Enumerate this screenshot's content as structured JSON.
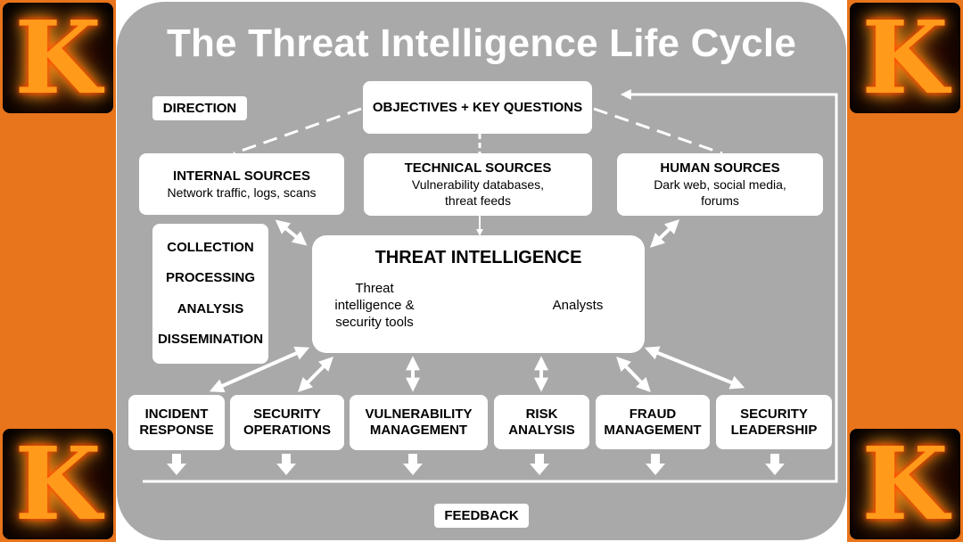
{
  "title": "The Threat Intelligence Life Cycle",
  "labels": {
    "direction": "DIRECTION",
    "feedback": "FEEDBACK",
    "objectives": "OBJECTIVES + KEY QUESTIONS"
  },
  "sources": {
    "internal": {
      "title": "INTERNAL SOURCES",
      "desc": "Network traffic, logs, scans"
    },
    "technical": {
      "title": "TECHNICAL SOURCES",
      "desc1": "Vulnerability databases,",
      "desc2": "threat feeds"
    },
    "human": {
      "title": "HUMAN SOURCES",
      "desc1": "Dark web, social media,",
      "desc2": "forums"
    }
  },
  "phases": [
    "COLLECTION",
    "PROCESSING",
    "ANALYSIS",
    "DISSEMINATION"
  ],
  "center": {
    "title": "THREAT INTELLIGENCE",
    "left1": "Threat",
    "left2": "intelligence &",
    "left3": "security tools",
    "right": "Analysts"
  },
  "consumers": [
    {
      "l1": "INCIDENT",
      "l2": "RESPONSE"
    },
    {
      "l1": "SECURITY",
      "l2": "OPERATIONS"
    },
    {
      "l1": "VULNERABILITY",
      "l2": "MANAGEMENT"
    },
    {
      "l1": "RISK",
      "l2": "ANALYSIS"
    },
    {
      "l1": "FRAUD",
      "l2": "MANAGEMENT"
    },
    {
      "l1": "SECURITY",
      "l2": "LEADERSHIP"
    }
  ],
  "logo_letter": "K",
  "colors": {
    "background": "#e8741b",
    "panel": "#a9a9a9",
    "box": "#ffffff",
    "title": "#ffffff"
  }
}
